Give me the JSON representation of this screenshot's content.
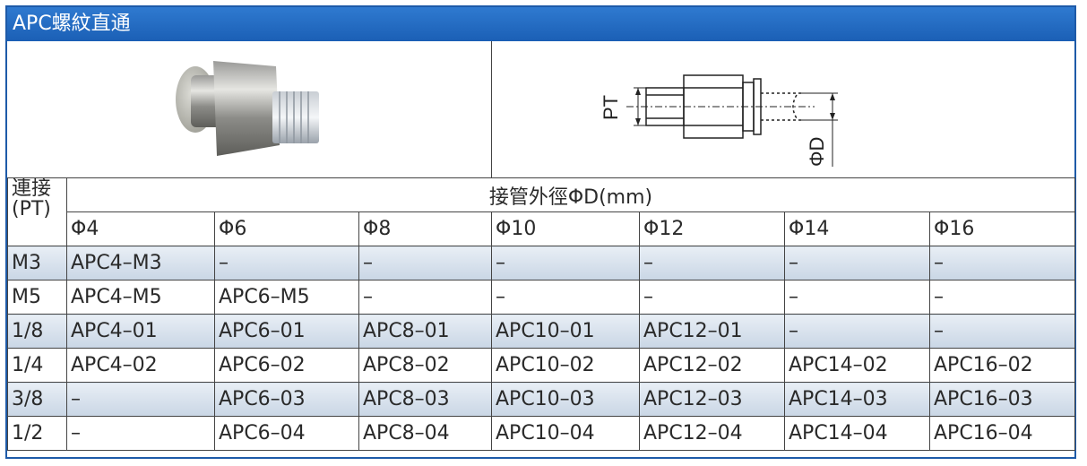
{
  "title": "APC螺紋直通",
  "diagram": {
    "label_pt": "PT",
    "label_phid": "ΦD"
  },
  "table": {
    "row_header": [
      "連接",
      "(PT)"
    ],
    "group_header": "接管外徑ΦD(mm)",
    "columns": [
      "Φ4",
      "Φ6",
      "Φ8",
      "Φ10",
      "Φ12",
      "Φ14",
      "Φ16"
    ],
    "rows": [
      {
        "thread": "M3",
        "cells": [
          "APC4–M3",
          "–",
          "–",
          "–",
          "–",
          "–",
          "–"
        ]
      },
      {
        "thread": "M5",
        "cells": [
          "APC4–M5",
          "APC6–M5",
          "–",
          "–",
          "–",
          "–",
          "–"
        ]
      },
      {
        "thread": "1/8",
        "cells": [
          "APC4–01",
          "APC6–01",
          "APC8–01",
          "APC10–01",
          "APC12–01",
          "–",
          "–"
        ]
      },
      {
        "thread": "1/4",
        "cells": [
          "APC4–02",
          "APC6–02",
          "APC8–02",
          "APC10–02",
          "APC12–02",
          "APC14–02",
          "APC16–02"
        ]
      },
      {
        "thread": "3/8",
        "cells": [
          "–",
          "APC6–03",
          "APC8–03",
          "APC10–03",
          "APC12–03",
          "APC14–03",
          "APC16–03"
        ]
      },
      {
        "thread": "1/2",
        "cells": [
          "–",
          "APC6–04",
          "APC8–04",
          "APC10–04",
          "APC12–04",
          "APC14–04",
          "APC16–04"
        ]
      }
    ]
  }
}
